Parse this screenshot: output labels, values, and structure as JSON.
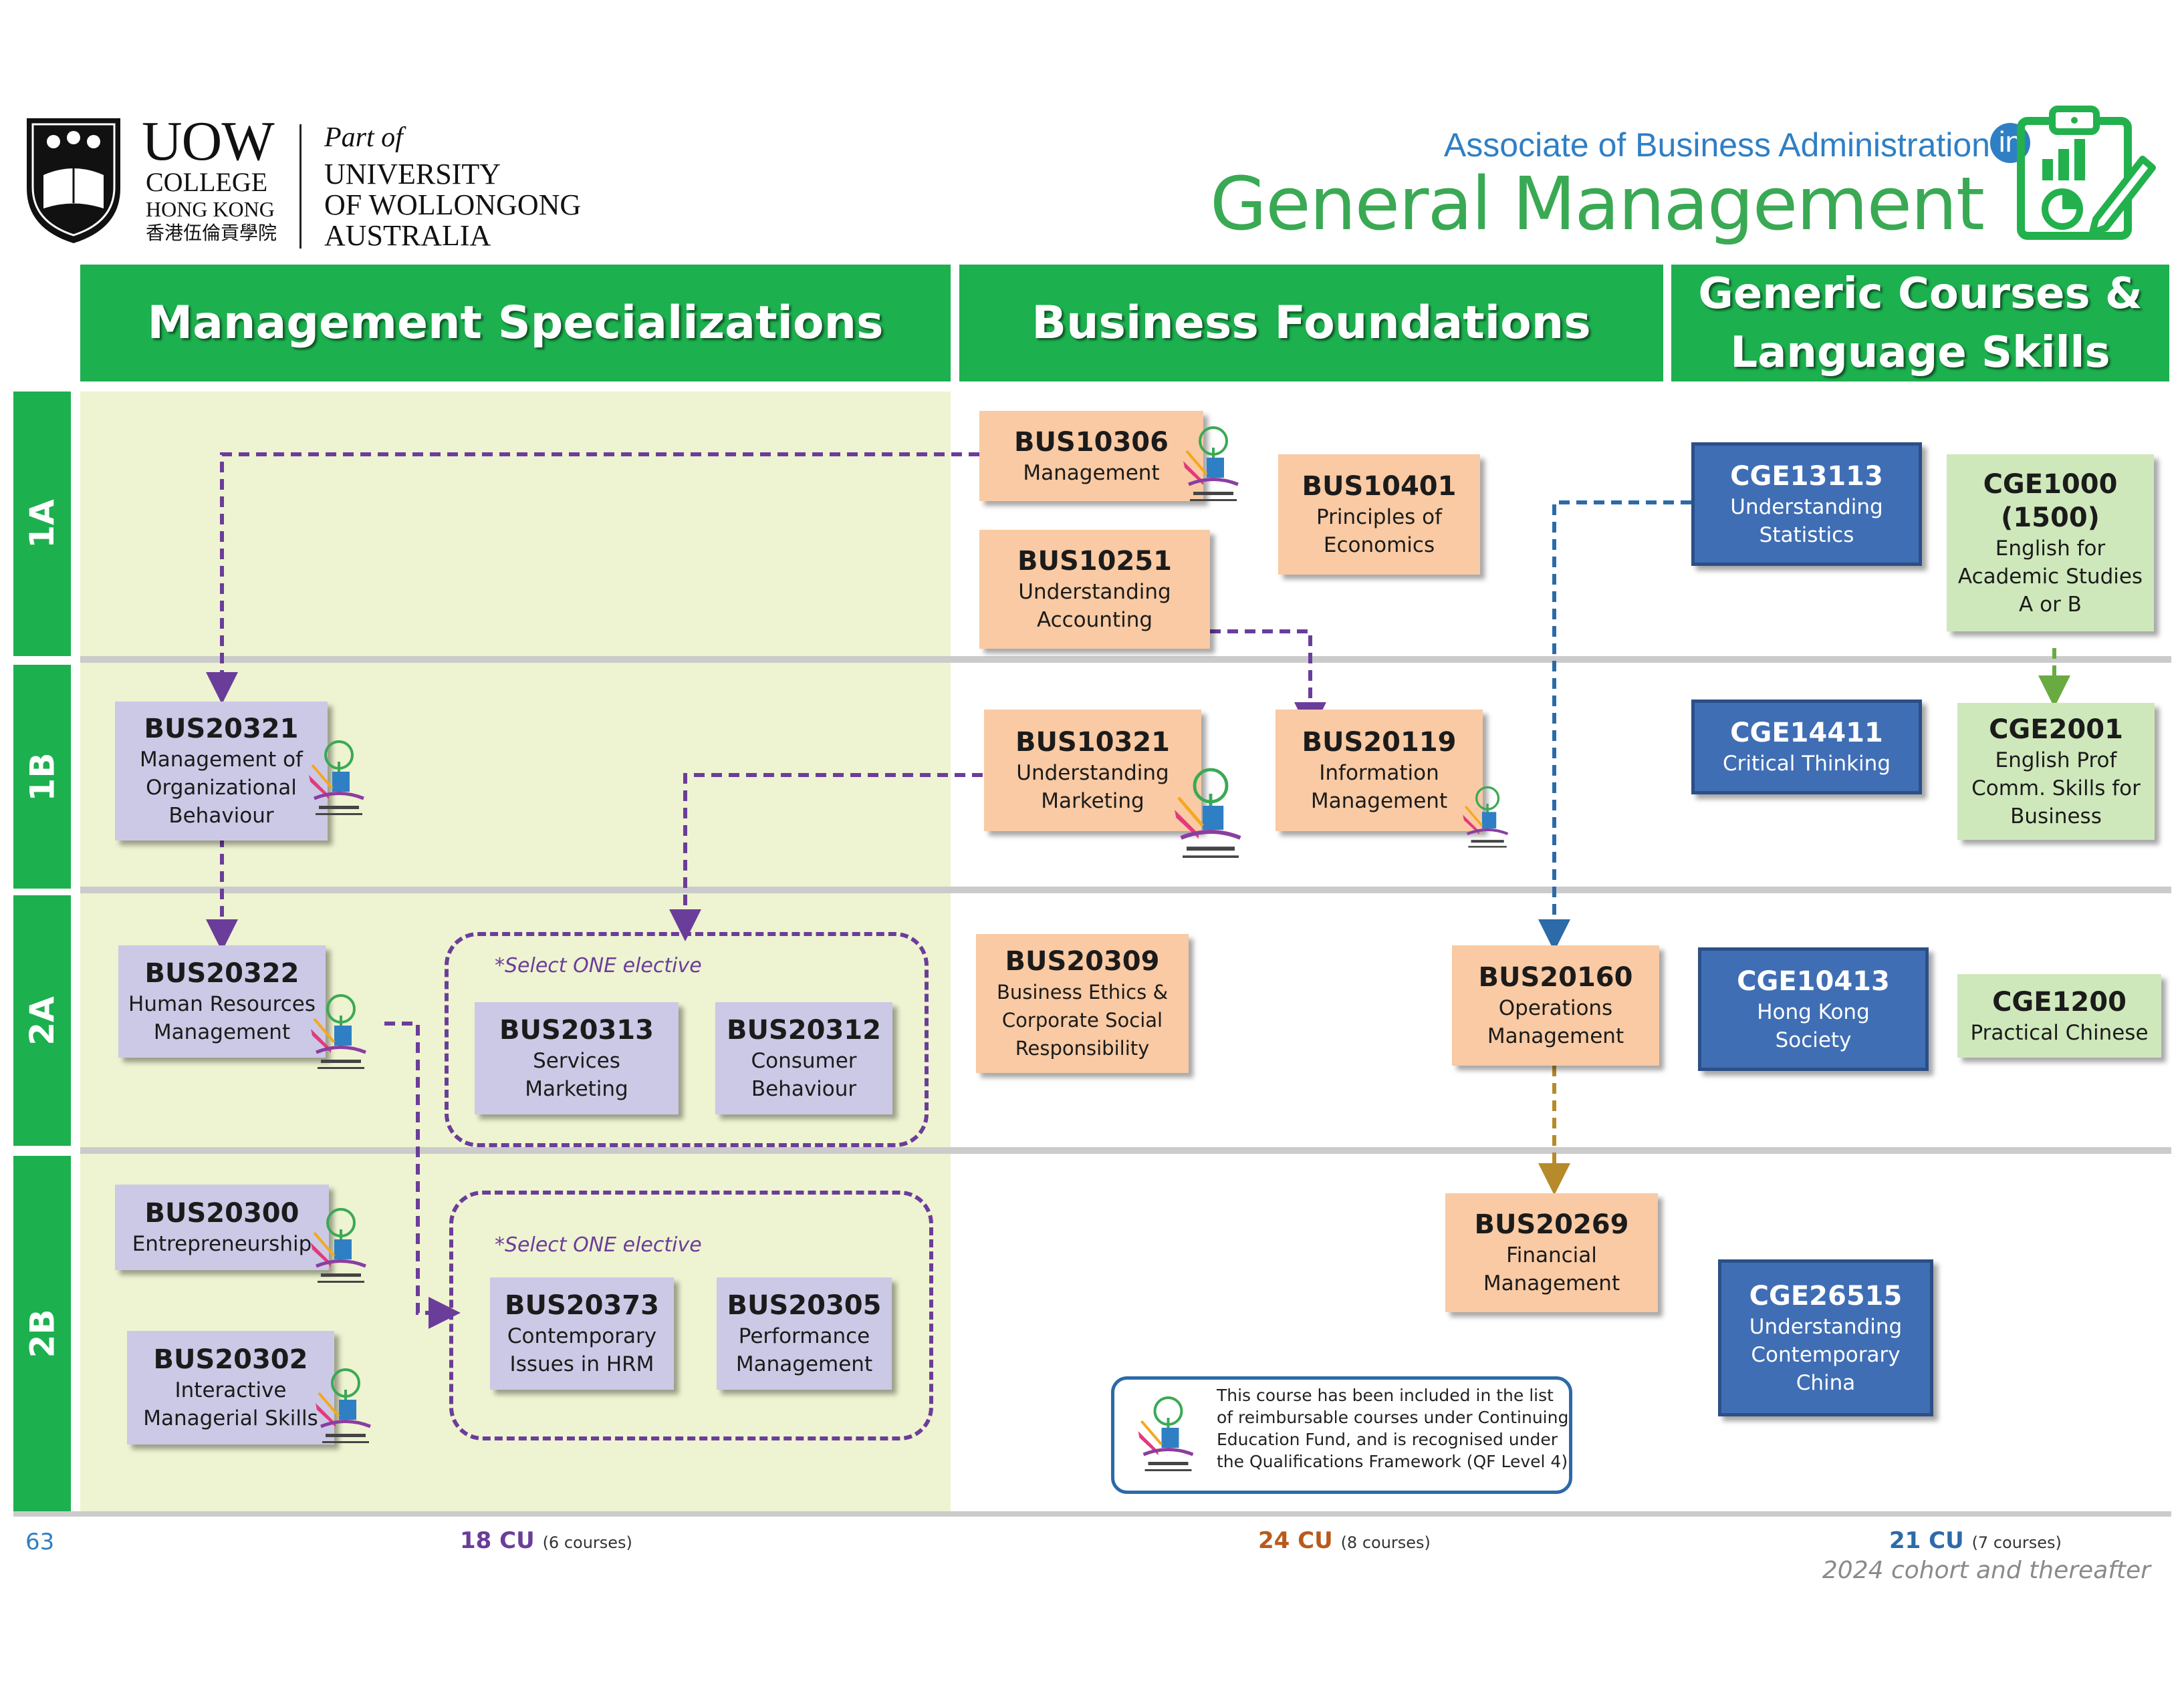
{
  "header": {
    "uow": "UOW",
    "college": "COLLEGE",
    "hongkong": "HONG KONG",
    "chinese_name": "香港伍倫貢學院",
    "part_of": "Part of",
    "uni_line1": "UNIVERSITY",
    "uni_line2": "OF WOLLONGONG",
    "uni_line3": "AUSTRALIA",
    "program_small": "Associate of Business Administration",
    "program_in": "in",
    "program_big": "General Management"
  },
  "columns": {
    "spec": "Management Specializations",
    "found": "Business Foundations",
    "generic_line1": "Generic  Courses &",
    "generic_line2": "Language Skills"
  },
  "semesters": [
    "1A",
    "1B",
    "2A",
    "2B"
  ],
  "courses": {
    "bus10306": {
      "code": "BUS10306",
      "title": "Management"
    },
    "bus10401": {
      "code": "BUS10401",
      "title1": "Principles of",
      "title2": "Economics"
    },
    "bus10251": {
      "code": "BUS10251",
      "title1": "Understanding",
      "title2": "Accounting"
    },
    "cge13113": {
      "code": "CGE13113",
      "title1": "Understanding",
      "title2": "Statistics"
    },
    "cge1000": {
      "code1": "CGE1000",
      "code2": "(1500)",
      "title1": "English for",
      "title2": "Academic Studies",
      "title3": "A or B"
    },
    "bus20321": {
      "code": "BUS20321",
      "title1": "Management of",
      "title2": "Organizational",
      "title3": "Behaviour"
    },
    "bus10321": {
      "code": "BUS10321",
      "title1": "Understanding",
      "title2": "Marketing"
    },
    "bus20119": {
      "code": "BUS20119",
      "title1": "Information",
      "title2": "Management"
    },
    "cge14411": {
      "code": "CGE14411",
      "title": "Critical Thinking"
    },
    "cge2001": {
      "code": "CGE2001",
      "title1": "English Prof",
      "title2": "Comm. Skills for",
      "title3": "Business"
    },
    "bus20322": {
      "code": "BUS20322",
      "title1": "Human Resources",
      "title2": "Management"
    },
    "bus20313": {
      "code": "BUS20313",
      "title1": "Services",
      "title2": "Marketing"
    },
    "bus20312": {
      "code": "BUS20312",
      "title1": "Consumer",
      "title2": "Behaviour"
    },
    "bus20309": {
      "code": "BUS20309",
      "title1": "Business Ethics &",
      "title2": "Corporate Social",
      "title3": "Responsibility"
    },
    "bus20160": {
      "code": "BUS20160",
      "title1": "Operations",
      "title2": "Management"
    },
    "cge10413": {
      "code": "CGE10413",
      "title1": "Hong Kong",
      "title2": "Society"
    },
    "cge1200": {
      "code": "CGE1200",
      "title": "Practical Chinese"
    },
    "bus20300": {
      "code": "BUS20300",
      "title": "Entrepreneurship"
    },
    "bus20302": {
      "code": "BUS20302",
      "title1": "Interactive",
      "title2": "Managerial Skills"
    },
    "bus20373": {
      "code": "BUS20373",
      "title1": "Contemporary",
      "title2": "Issues in HRM"
    },
    "bus20305": {
      "code": "BUS20305",
      "title1": "Performance",
      "title2": "Management"
    },
    "bus20269": {
      "code": "BUS20269",
      "title1": "Financial",
      "title2": "Management"
    },
    "cge26515": {
      "code": "CGE26515",
      "title1": "Understanding",
      "title2": "Contemporary",
      "title3": "China"
    }
  },
  "elective_label": "*Select ONE elective",
  "legend": {
    "line1": "This course has been included in the list",
    "line2": "of reimbursable courses under Continuing",
    "line3": "Education Fund, and is recognised under",
    "line4": "the Qualifications Framework (QF Level 4)"
  },
  "footer": {
    "page_number": "63",
    "spec_cu": "18 CU",
    "spec_courses": "(6 courses)",
    "found_cu": "24 CU",
    "found_courses": "(8 courses)",
    "generic_cu": "21 CU",
    "generic_courses": "(7 courses)",
    "cohort": "2024 cohort and thereafter"
  },
  "colors": {
    "header_green": "#1db04f",
    "spec_bg": "#eef3d1",
    "lavender": "#ccc9e6",
    "peach": "#f9caa3",
    "blue": "#3f6eb4",
    "light_green": "#cfe8bb",
    "purple_arrow": "#6b3d9a",
    "blue_arrow": "#2c6aa8",
    "gold_arrow": "#b78a2b",
    "green_arrow": "#6aaa42"
  }
}
